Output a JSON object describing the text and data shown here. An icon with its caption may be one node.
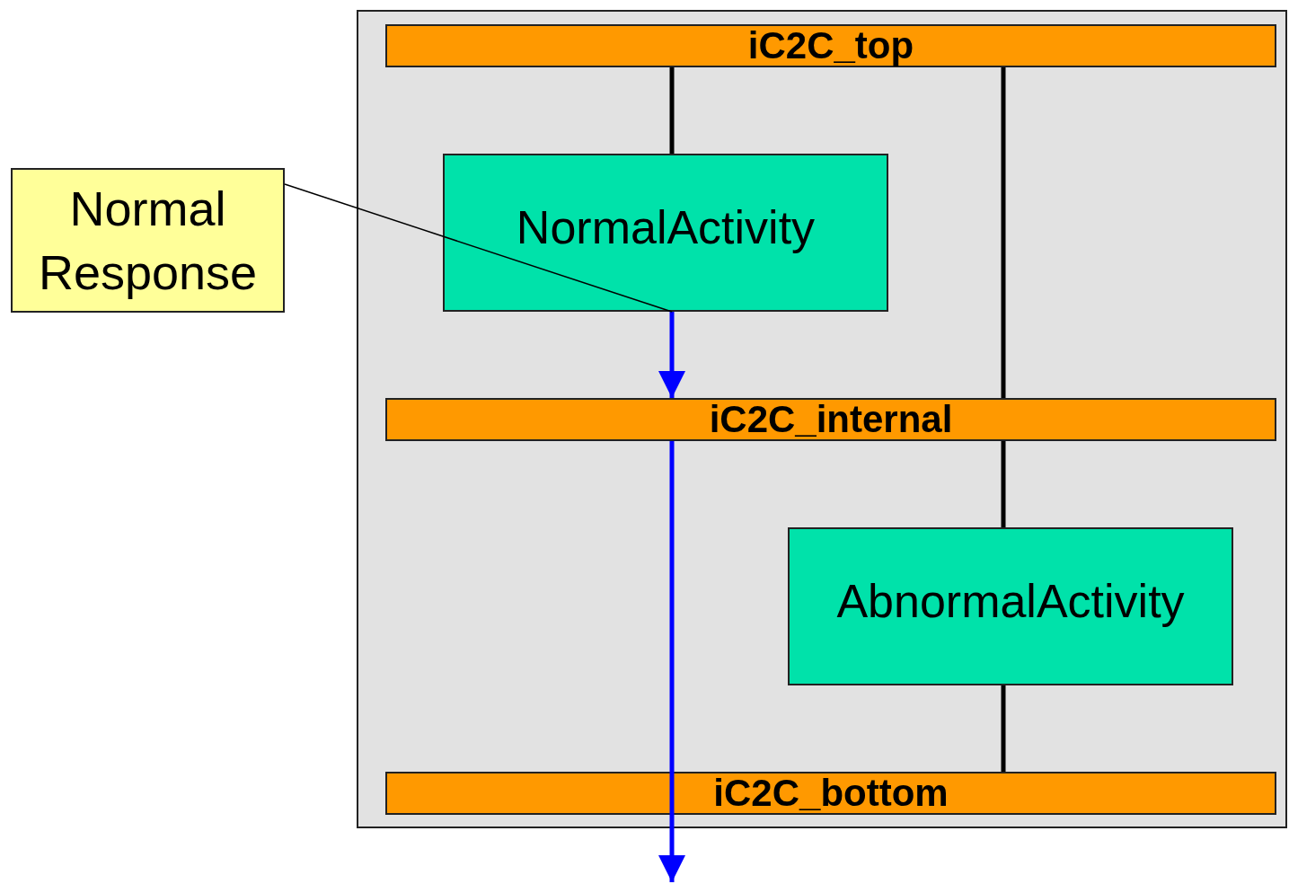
{
  "diagram": {
    "nodes": [
      {
        "text": [],
        "shape": "box"
      },
      {
        "text": [
          "iC2C_top"
        ],
        "in": 0
      },
      {
        "text": [
          "NormalActivity"
        ],
        "in": 0
      },
      {
        "text": [
          "iC2C_internal"
        ],
        "in": 0
      },
      {
        "text": [
          "AbnormalActivity"
        ],
        "in": 0
      },
      {
        "text": [
          "iC2C_bottom"
        ],
        "in": 0
      },
      {
        "text": [
          "Normal Response"
        ]
      }
    ],
    "edges": [
      {
        "from": 1,
        "to": 2,
        "arrow": "none"
      },
      {
        "from": 2,
        "to": 3,
        "arrow": "to",
        "color": "#0000ff"
      },
      {
        "from": 1,
        "to": 3,
        "arrow": "none"
      },
      {
        "from": 3,
        "to": 4,
        "arrow": "none"
      },
      {
        "from": 4,
        "to": 5,
        "arrow": "none"
      },
      {
        "from": 3,
        "to": null,
        "arrow": "to",
        "color": "#0000ff"
      },
      {
        "from": 6,
        "to": 2,
        "arrow": "none"
      }
    ]
  }
}
